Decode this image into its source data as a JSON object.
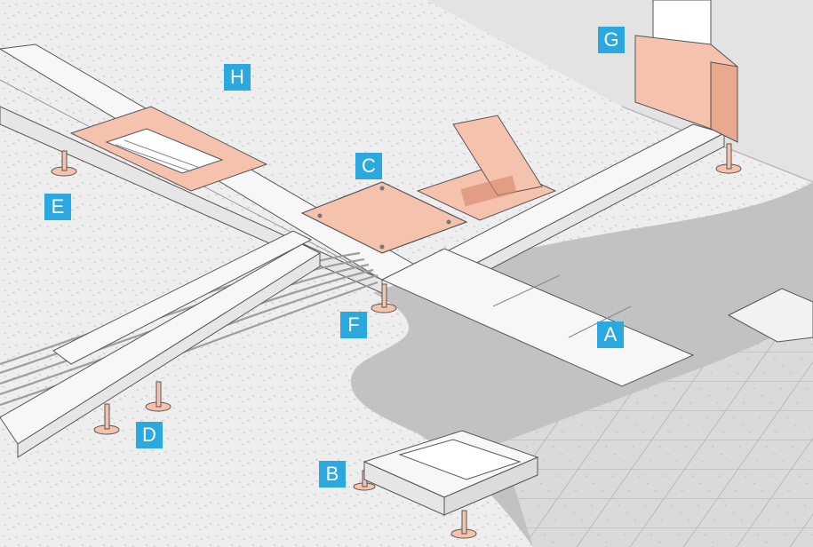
{
  "colors": {
    "concrete": "#eeeeee",
    "concrete_speckle": "#c9c9c9",
    "wall": "#e3e3e3",
    "screed": "#c2c2c2",
    "tile": "#dadada",
    "tile_line": "#b3b3b3",
    "trunking_top": "#f7f7f7",
    "trunking_side": "#e6e6e6",
    "outline": "#555555",
    "copper": "#f4c2ad",
    "copper_dark": "#d6866a",
    "cable": "#bdbdbd",
    "label_bg": "#2aa8df",
    "label_text": "#ffffff"
  },
  "labels": {
    "a": "A",
    "b": "B",
    "c": "C",
    "d": "D",
    "e": "E",
    "f": "F",
    "g": "G",
    "h": "H"
  },
  "icons": [
    "floor-box-icon",
    "pedestal-icon",
    "cable-bundle-icon"
  ]
}
